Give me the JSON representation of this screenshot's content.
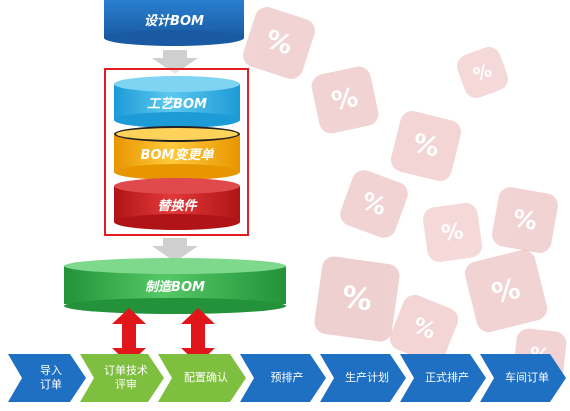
{
  "diagram": {
    "design_bom": "设计BOM",
    "process_bom": "工艺BOM",
    "bom_change": "BOM变更单",
    "substitute": "替换件",
    "manufacturing_bom": "制造BOM",
    "dice_symbol": "%"
  },
  "flow": [
    {
      "label": "导入\n订单"
    },
    {
      "label": "订单技术\n评审"
    },
    {
      "label": "配置确认"
    },
    {
      "label": "预排产"
    },
    {
      "label": "生产计划"
    },
    {
      "label": "正式排产"
    },
    {
      "label": "车间订单"
    }
  ],
  "colors": {
    "blue_dark": "#1f67b4",
    "cyan": "#27b2e6",
    "yellow": "#f5a800",
    "red": "#c4181b",
    "green": "#33a945",
    "flow_blue": "#1f6fc2",
    "flow_green": "#7fbf3f",
    "arrow_red": "#e0161b"
  }
}
